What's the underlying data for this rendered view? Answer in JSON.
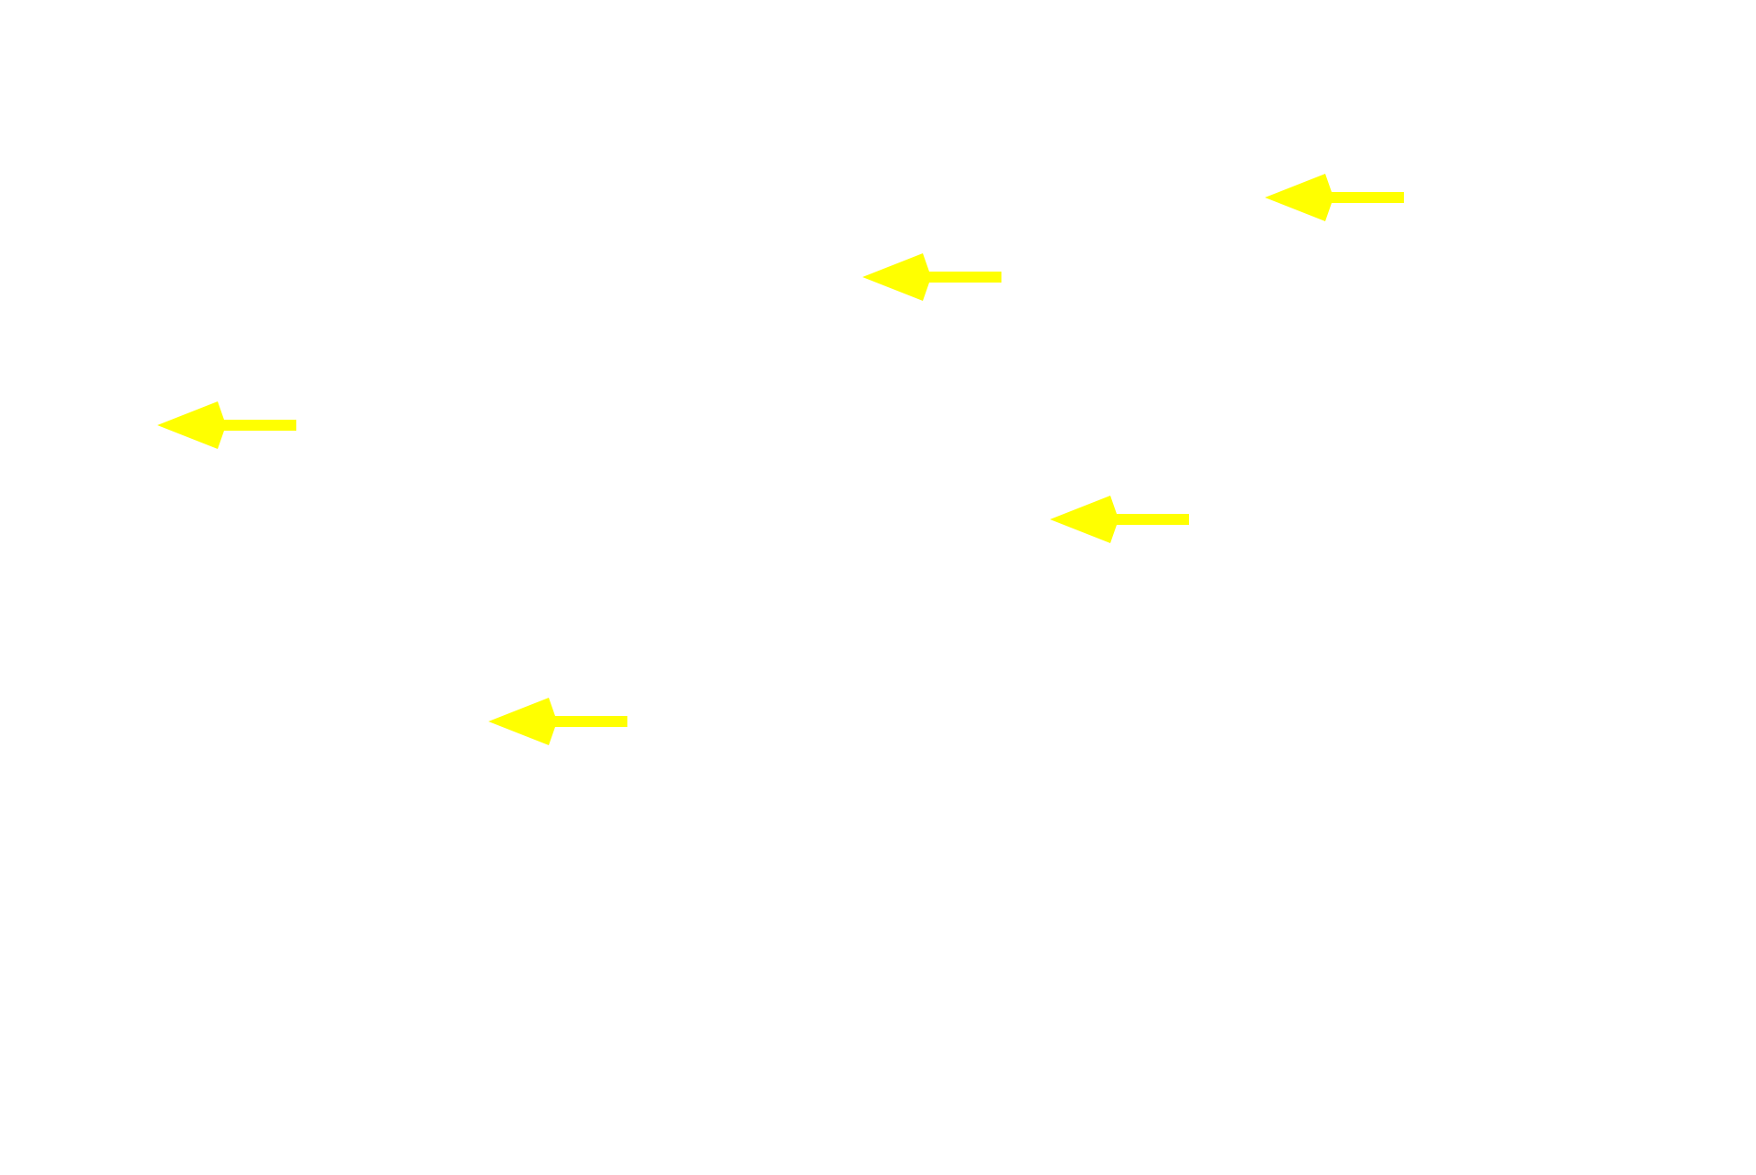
{
  "background_color": "#ffffff",
  "arrow_color": "#ffff00",
  "arrows": [
    {
      "icon": "left-arrow-icon",
      "direction": "left"
    },
    {
      "icon": "left-arrow-icon",
      "direction": "left"
    },
    {
      "icon": "left-arrow-icon",
      "direction": "left"
    },
    {
      "icon": "left-arrow-icon",
      "direction": "left"
    },
    {
      "icon": "left-arrow-icon",
      "direction": "left"
    }
  ]
}
